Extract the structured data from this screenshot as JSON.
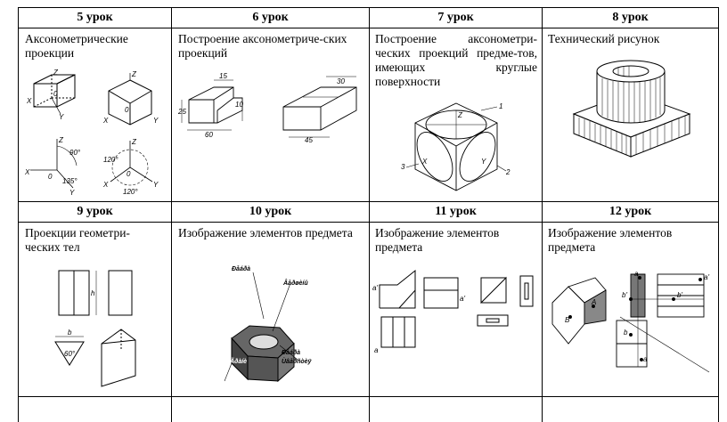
{
  "lessons": [
    {
      "header": "5 урок",
      "title": "Аксонометрические проекции"
    },
    {
      "header": "6 урок",
      "title": "Построение аксонометриче-ских проекций"
    },
    {
      "header": "7 урок",
      "title": "Построение аксонометри-ческих проекций предме-тов, имеющих круглые поверхности"
    },
    {
      "header": "8 урок",
      "title": "Технический рисунок"
    },
    {
      "header": "9 урок",
      "title": "Проекции геометри-ческих тел"
    },
    {
      "header": "10 урок",
      "title": "Изображение элементов предмета"
    },
    {
      "header": "11 урок",
      "title": "Изображение элементов предмета"
    },
    {
      "header": "12 урок",
      "title": "Изображение элементов предмета"
    }
  ],
  "figure_labels": {
    "axis_x": "X",
    "axis_y": "Y",
    "axis_z": "Z",
    "origin": "0",
    "a120": "120°",
    "a90": "90°",
    "a135": "135°",
    "num1": "1",
    "num2": "2",
    "num3": "3",
    "h": "h",
    "b": "b",
    "a60": "60°",
    "callout1": "Ðåáðà",
    "callout2": "Âåðøèíû",
    "callout3": "Ãðàíè",
    "callout4": "Ðåáðà",
    "callout5": "Ùâåðñòèÿ",
    "a": "a",
    "a_prime": "a'",
    "b_prime": "b'",
    "A": "A",
    "B": "B",
    "d1": "10",
    "d2": "15",
    "d3": "30",
    "d4": "45",
    "d5": "60",
    "d6": "25"
  }
}
